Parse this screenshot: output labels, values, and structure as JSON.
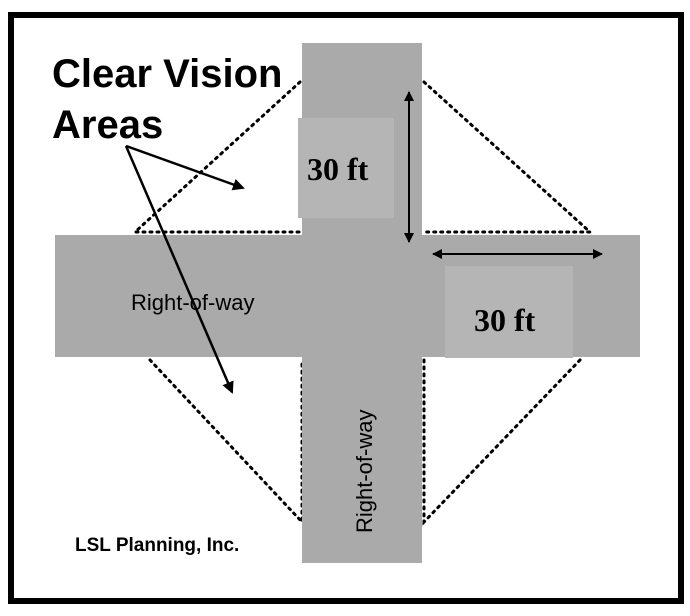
{
  "title": "Clear Vision Areas",
  "title_line1": "Clear Vision",
  "title_line2": "Areas",
  "label_row_horizontal": "Right-of-way",
  "label_row_vertical": "Right-of-way",
  "dimension_vertical": "30 ft",
  "dimension_horizontal": "30 ft",
  "credit": "LSL Planning, Inc.",
  "colors": {
    "road": "#aaaaaa",
    "road_label_box": "#b3b3b3",
    "ink": "#000000",
    "background": "#ffffff"
  }
}
